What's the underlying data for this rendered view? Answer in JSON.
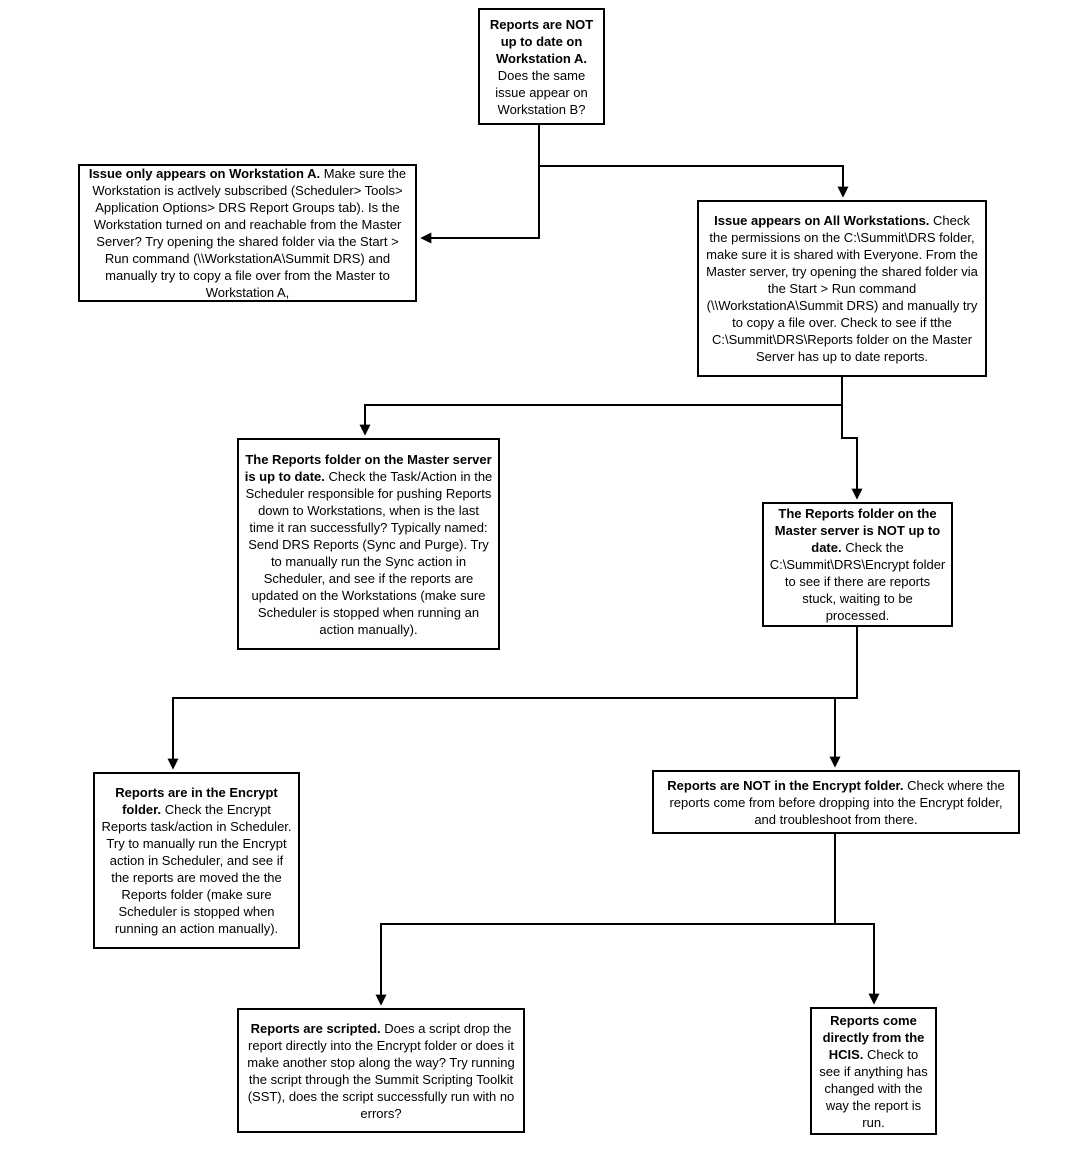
{
  "diagram": {
    "type": "flowchart",
    "line_color": "#000000",
    "box_fill": "#ffffff"
  },
  "nodes": {
    "start": {
      "bold": "Reports are NOT up to date on Workstation A.",
      "rest": " Does the same issue appear on Workstation B?"
    },
    "workstation_a": {
      "bold": "Issue only appears on Workstation A.",
      "rest": " Make sure the Workstation is actlvely subscribed (Scheduler> Tools> Application Options> DRS Report Groups tab). Is the Workstation turned on and reachable from the Master Server? Try opening the shared folder via the Start > Run command (\\\\WorkstationA\\Summit DRS) and manually try to copy a file over from the Master to Workstation A,"
    },
    "all_workstations": {
      "bold": "Issue appears on All Workstations.",
      "rest": " Check the permissions on the C:\\Summit\\DRS folder, make sure it is shared with Everyone. From the Master server, try opening the shared folder via the Start > Run command (\\\\WorkstationA\\Summit DRS) and manually try to copy a file over. Check to see if tthe C:\\Summit\\DRS\\Reports folder on the Master Server has up to date reports."
    },
    "master_up": {
      "bold": "The Reports folder on the Master server is up to date.",
      "rest": " Check the Task/Action in the Scheduler responsible for pushing Reports down to Workstations, when is the last time it ran successfully? Typically named: Send DRS Reports (Sync and Purge). Try to manually run the Sync action in Scheduler, and see if the reports are updated on the Workstations (make sure Scheduler is stopped when running an action manually)."
    },
    "master_not_up": {
      "bold": "The Reports folder on the Master server is NOT up to date.",
      "rest": " Check the C:\\Summit\\DRS\\Encrypt folder to see if there are reports stuck, waiting to be processed."
    },
    "in_encrypt": {
      "bold": "Reports are in the Encrypt folder.",
      "rest": " Check the Encrypt Reports task/action in Scheduler. Try to manually run the Encrypt action in Scheduler, and see if the reports are moved the the Reports folder (make sure Scheduler is stopped when running an action manually)."
    },
    "not_in_encrypt": {
      "bold": "Reports are NOT in the Encrypt folder.",
      "rest": " Check where the reports come from before dropping into the Encrypt folder, and troubleshoot from there."
    },
    "scripted": {
      "bold": "Reports are scripted.",
      "rest": " Does a script drop the report directly into the Encrypt folder or does it make another stop along the way? Try running the script through the Summit Scripting Toolkit (SST), does the script successfully run with no errors?"
    },
    "hcis": {
      "bold": "Reports come directly from the HCIS.",
      "rest": " Check to see if anything has changed with the way the report is run."
    }
  }
}
